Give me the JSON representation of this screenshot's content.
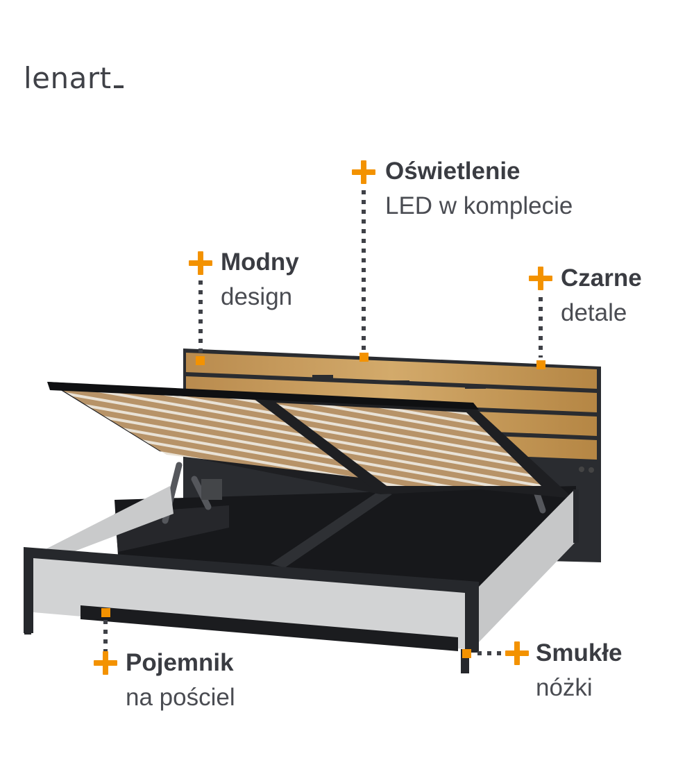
{
  "brand": {
    "logo_text": "lenart"
  },
  "features": [
    {
      "id": "modny",
      "title": "Modny",
      "subtitle": "design"
    },
    {
      "id": "oswietlenie",
      "title": "Oświetlenie",
      "subtitle": "LED w komplecie"
    },
    {
      "id": "czarne",
      "title": "Czarne",
      "subtitle": "detale"
    },
    {
      "id": "pojemnik",
      "title": "Pojemnik",
      "subtitle": "na pościel"
    },
    {
      "id": "smukle",
      "title": "Smukłe",
      "subtitle": "nóżki"
    }
  ],
  "colors": {
    "accent": "#f39200",
    "text": "#3f4147",
    "frame_black": "#26282c",
    "panel_grey": "#c9cacb",
    "wood": "#c89b5a"
  }
}
